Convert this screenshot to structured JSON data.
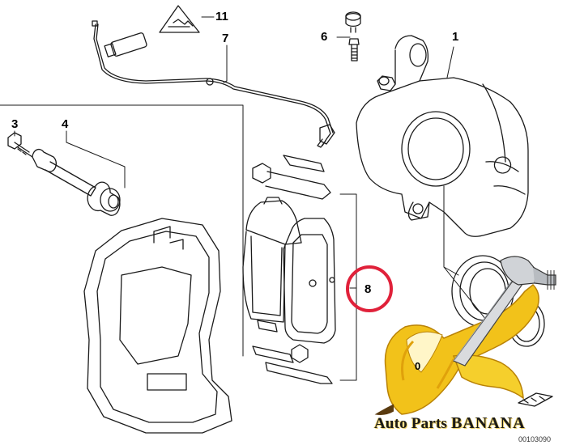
{
  "diagram": {
    "callouts": [
      {
        "id": "1",
        "label": "1"
      },
      {
        "id": "3",
        "label": "3"
      },
      {
        "id": "4",
        "label": "4"
      },
      {
        "id": "6",
        "label": "6"
      },
      {
        "id": "7",
        "label": "7"
      },
      {
        "id": "8",
        "label": "8"
      },
      {
        "id": "11",
        "label": "11"
      },
      {
        "id": "10",
        "label": "0"
      }
    ],
    "highlight_color": "#e0213a",
    "line_color": "#1a1a1a"
  },
  "watermark": {
    "brand_part1": "Auto Parts ",
    "brand_part2": "BANANA",
    "logo_color": "#f2c21a",
    "logo_shadow": "#e0a10b",
    "code": "00103090"
  }
}
